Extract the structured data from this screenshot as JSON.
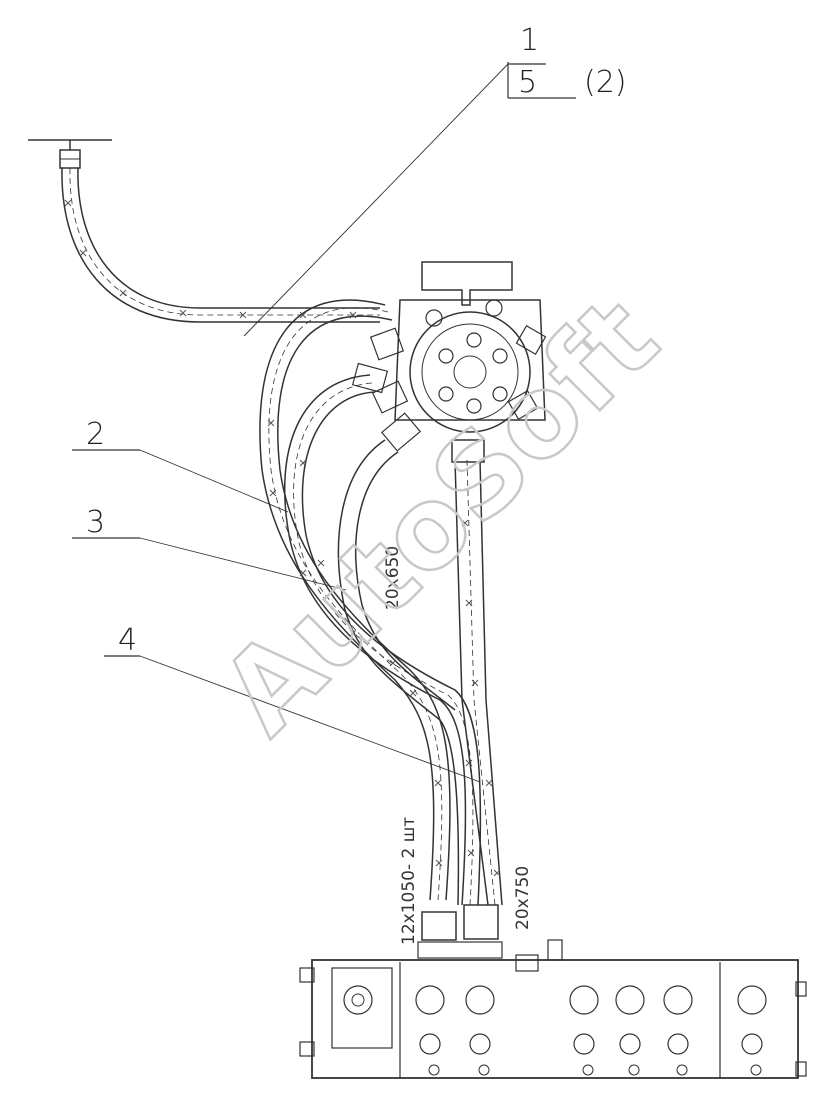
{
  "labels": {
    "l1": "1",
    "l2": "2",
    "l3": "3",
    "l4": "4",
    "l5": "5",
    "l5_count": "(2)"
  },
  "dimensions": {
    "hose_3": "20x650",
    "hose_left": "12x1050- 2 шт",
    "hose_right": "20x750"
  },
  "watermark": "AutoSoft"
}
